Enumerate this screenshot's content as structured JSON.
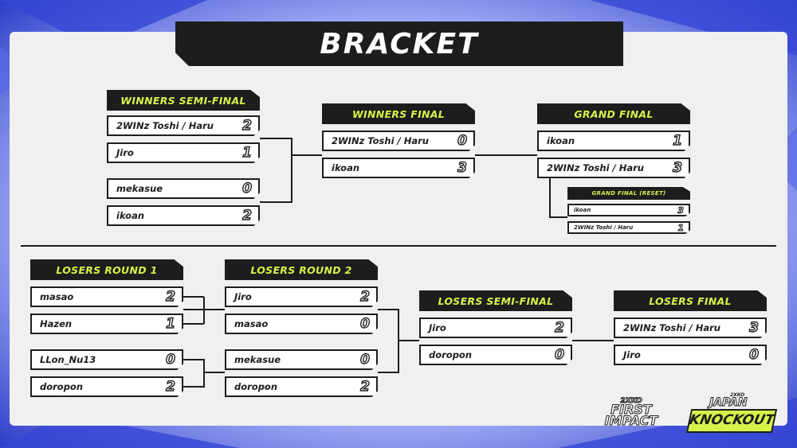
{
  "title": "BRACKET",
  "colors": {
    "accent": "#d8f24a",
    "dark": "#1d1d1d",
    "panel": "#f0f0f0",
    "bg_blue": "#3e4fd8"
  },
  "winners_semi": {
    "header": "WINNERS SEMI-FINAL",
    "matches": [
      {
        "p1": "2WINz Toshi / Haru",
        "s1": "2",
        "p2": "Jiro",
        "s2": "1"
      },
      {
        "p1": "mekasue",
        "s1": "0",
        "p2": "ikoan",
        "s2": "2"
      }
    ]
  },
  "winners_final": {
    "header": "WINNERS FINAL",
    "p1": "2WINz Toshi / Haru",
    "s1": "0",
    "p2": "ikoan",
    "s2": "3"
  },
  "grand_final": {
    "header": "GRAND FINAL",
    "p1": "ikoan",
    "s1": "1",
    "p2": "2WINz Toshi / Haru",
    "s2": "3"
  },
  "grand_final_reset": {
    "header": "GRAND FINAL (RESET)",
    "p1": "ikoan",
    "s1": "3",
    "p2": "2WINz Toshi / Haru",
    "s2": "1"
  },
  "losers_r1": {
    "header": "LOSERS ROUND 1",
    "matches": [
      {
        "p1": "masao",
        "s1": "2",
        "p2": "Hazen",
        "s2": "1"
      },
      {
        "p1": "LLon_Nu13",
        "s1": "0",
        "p2": "doropon",
        "s2": "2"
      }
    ]
  },
  "losers_r2": {
    "header": "LOSERS ROUND 2",
    "matches": [
      {
        "p1": "Jiro",
        "s1": "2",
        "p2": "masao",
        "s2": "0"
      },
      {
        "p1": "mekasue",
        "s1": "0",
        "p2": "doropon",
        "s2": "2"
      }
    ]
  },
  "losers_semi": {
    "header": "LOSERS SEMI-FINAL",
    "p1": "Jiro",
    "s1": "2",
    "p2": "doropon",
    "s2": "0"
  },
  "losers_final": {
    "header": "LOSERS FINAL",
    "p1": "2WINz Toshi / Haru",
    "s1": "3",
    "p2": "Jiro",
    "s2": "0"
  },
  "logos": {
    "first_impact": {
      "brand": "2XKO",
      "line1": "FIRST",
      "line2": "IMPACT"
    },
    "japan_knockout": {
      "brand": "2XKO",
      "line1": "JAPAN",
      "line2": "KNOCKOUT"
    }
  }
}
